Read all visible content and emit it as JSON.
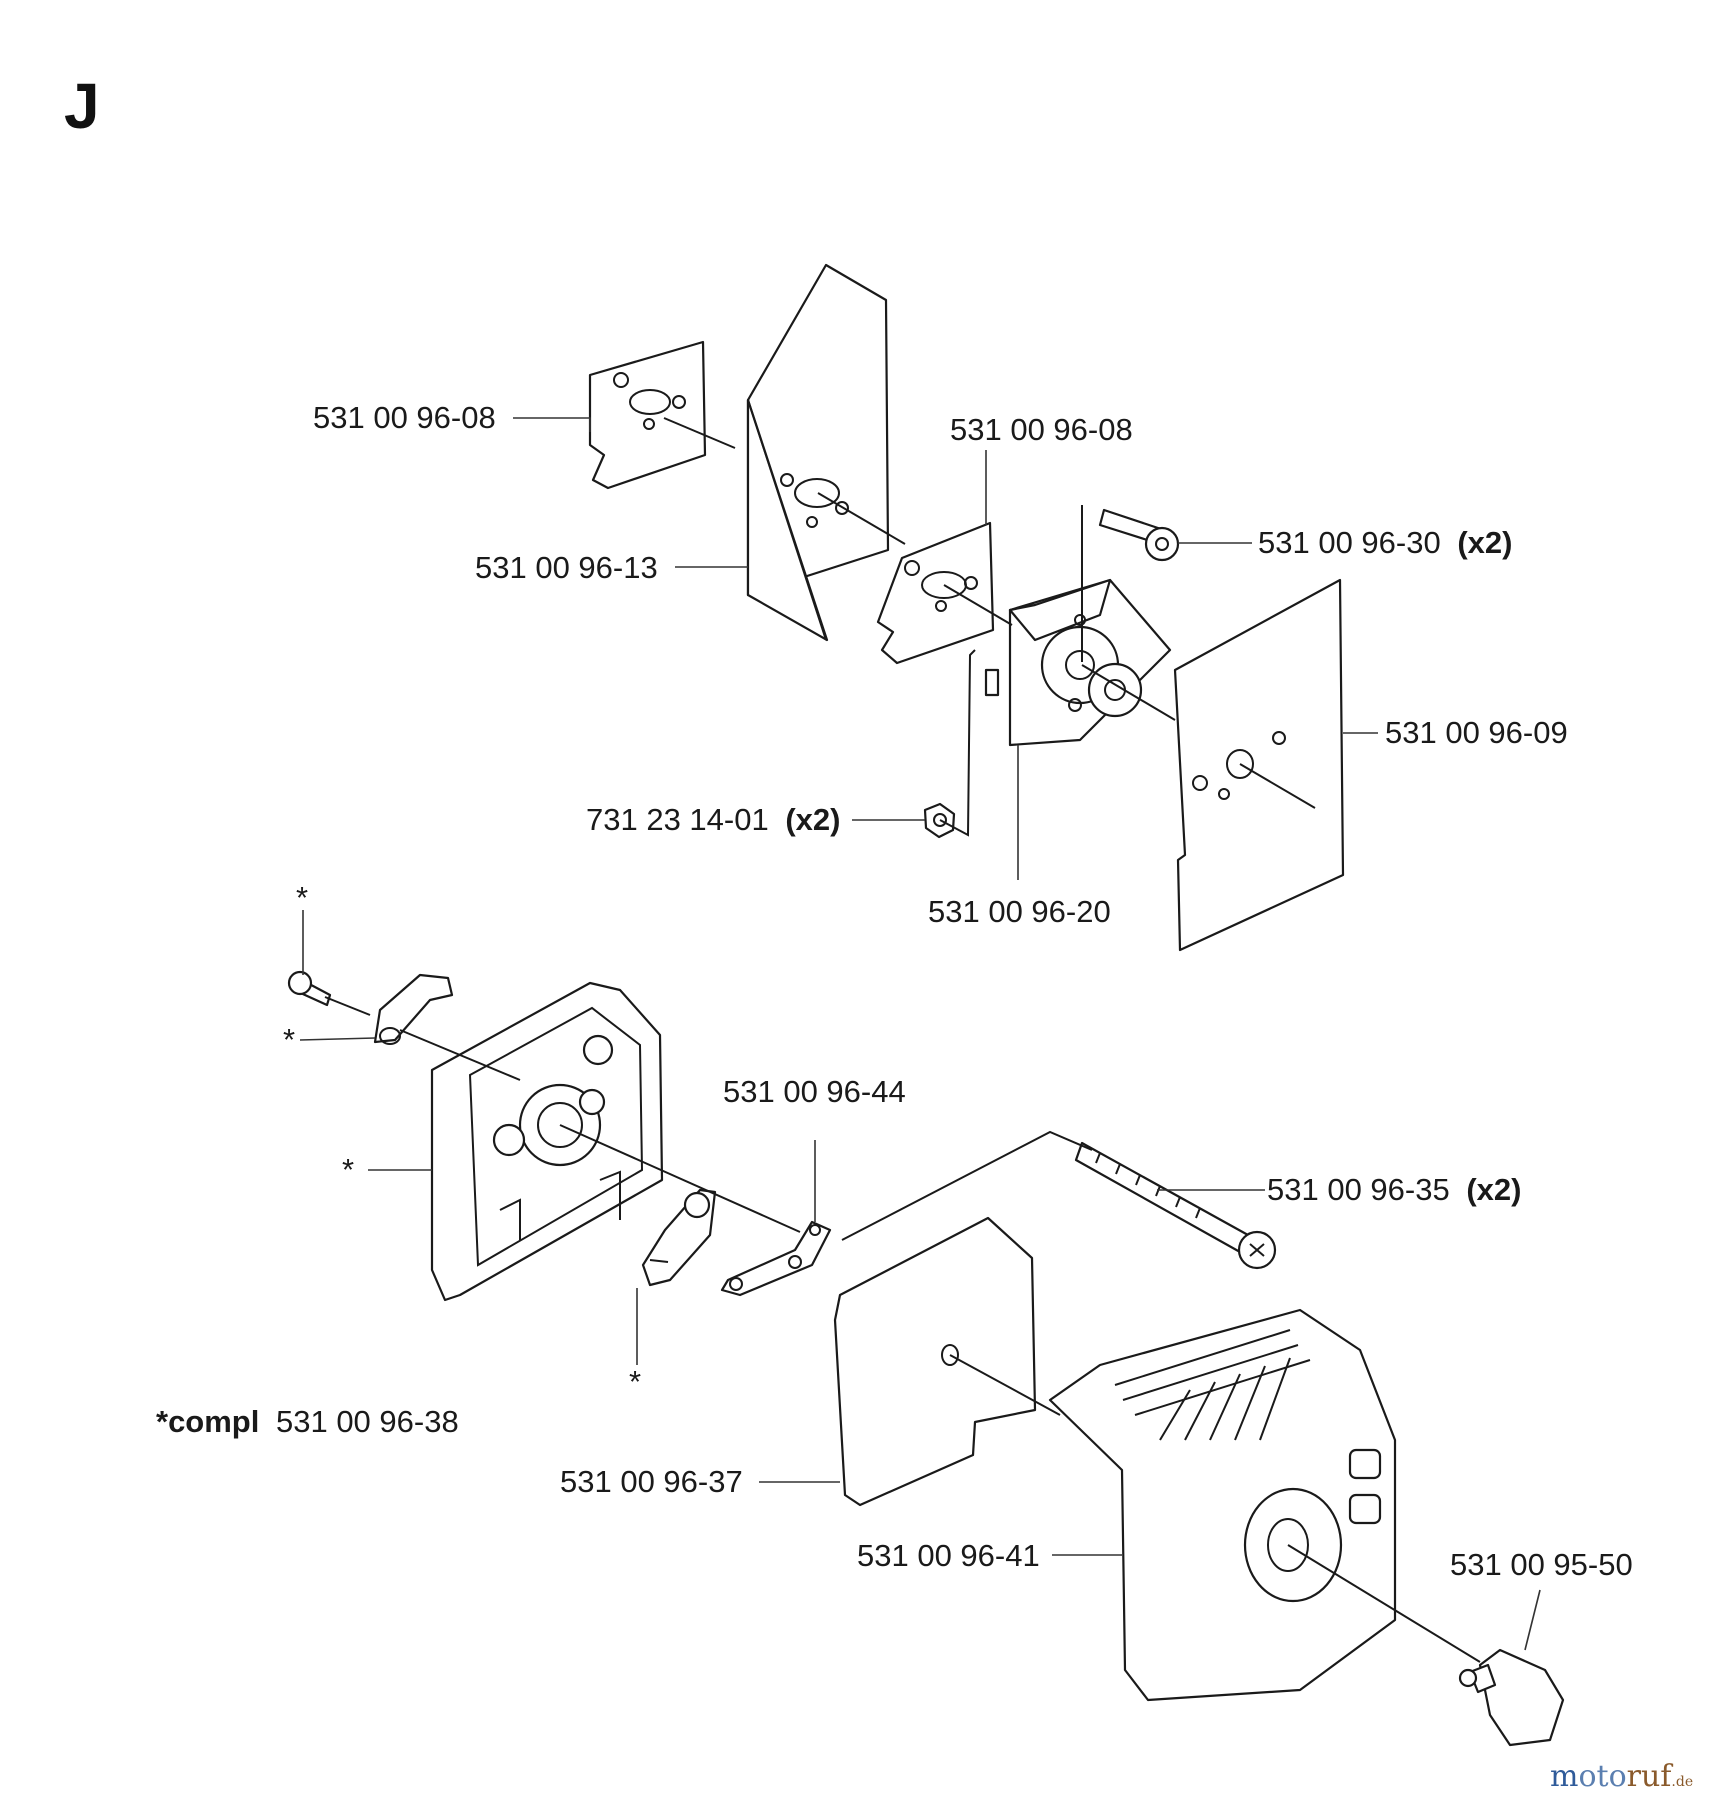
{
  "section": "J",
  "callouts": {
    "gasket_upper": "531 00 96-08",
    "gasket_lower": "531 00 96-08",
    "heat_shield": "531 00 96-13",
    "screw_top": "531 00 96-30",
    "screw_top_qty": "(x2)",
    "plate": "531 00 96-09",
    "nut": "731 23 14-01",
    "nut_qty": "(x2)",
    "flange": "531 00 96-20",
    "bracket": "531 00 96-44",
    "long_screw": "531 00 96-35",
    "long_screw_qty": "(x2)",
    "filter": "531 00 96-37",
    "cover": "531 00 96-41",
    "knob": "531 00 95-50",
    "star": "*",
    "compl_prefix": "*compl",
    "compl_number": "531 00 96-38"
  },
  "watermark": {
    "brand_m": "m",
    "brand_oto": "oto",
    "brand_ruf": "ruf",
    "tld": ".de",
    "colors": {
      "m": "#2f5b9a",
      "oto": "#5b7fb0",
      "ruf": "#8a5a2b"
    }
  }
}
